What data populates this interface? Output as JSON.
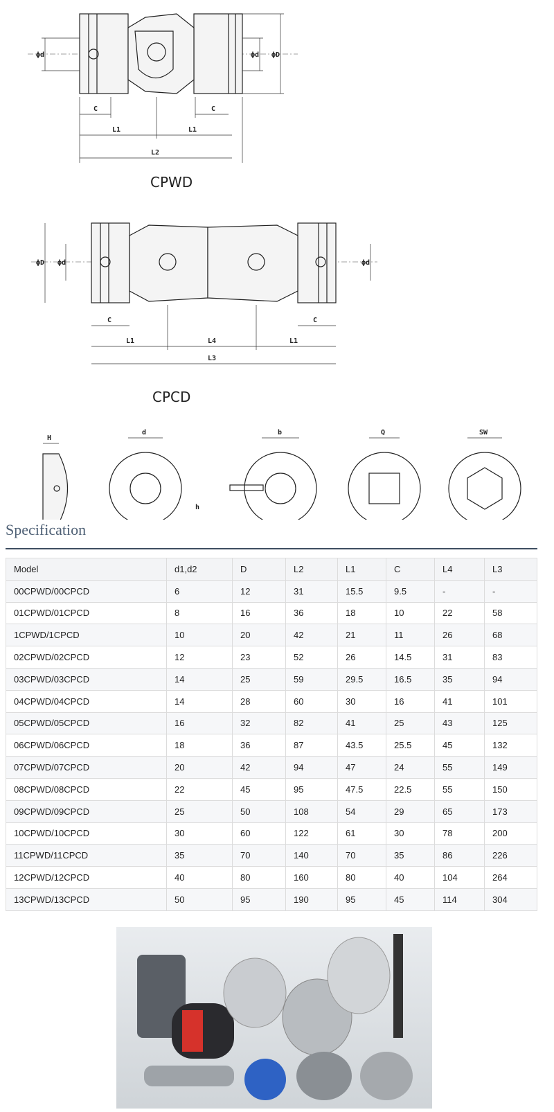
{
  "drawings": {
    "cpwd": {
      "title": "CPWD",
      "labels": {
        "d": "ϕd",
        "D": "ϕD",
        "c": "C",
        "l1": "L1",
        "l2": "L2"
      }
    },
    "cpcd": {
      "title": "CPCD",
      "labels": {
        "d": "ϕd",
        "D": "ϕD",
        "c": "C",
        "l1": "L1",
        "l4": "L4",
        "l3": "L3"
      }
    },
    "bores": {
      "labels": {
        "h_top": "H",
        "d": "d",
        "h": "h",
        "b": "b",
        "q": "Q",
        "sw": "SW"
      }
    }
  },
  "spec": {
    "heading": "Specification",
    "columns": [
      "Model",
      "d1,d2",
      "D",
      "L2",
      "L1",
      "C",
      "L4",
      "L3"
    ],
    "rows": [
      [
        "00CPWD/00CPCD",
        "6",
        "12",
        "31",
        "15.5",
        "9.5",
        "-",
        "-"
      ],
      [
        "01CPWD/01CPCD",
        "8",
        "16",
        "36",
        "18",
        "10",
        "22",
        "58"
      ],
      [
        "1CPWD/1CPCD",
        "10",
        "20",
        "42",
        "21",
        "11",
        "26",
        "68"
      ],
      [
        "02CPWD/02CPCD",
        "12",
        "23",
        "52",
        "26",
        "14.5",
        "31",
        "83"
      ],
      [
        "03CPWD/03CPCD",
        "14",
        "25",
        "59",
        "29.5",
        "16.5",
        "35",
        "94"
      ],
      [
        "04CPWD/04CPCD",
        "14",
        "28",
        "60",
        "30",
        "16",
        "41",
        "101"
      ],
      [
        "05CPWD/05CPCD",
        "16",
        "32",
        "82",
        "41",
        "25",
        "43",
        "125"
      ],
      [
        "06CPWD/06CPCD",
        "18",
        "36",
        "87",
        "43.5",
        "25.5",
        "45",
        "132"
      ],
      [
        "07CPWD/07CPCD",
        "20",
        "42",
        "94",
        "47",
        "24",
        "55",
        "149"
      ],
      [
        "08CPWD/08CPCD",
        "22",
        "45",
        "95",
        "47.5",
        "22.5",
        "55",
        "150"
      ],
      [
        "09CPWD/09CPCD",
        "25",
        "50",
        "108",
        "54",
        "29",
        "65",
        "173"
      ],
      [
        "10CPWD/10CPCD",
        "30",
        "60",
        "122",
        "61",
        "30",
        "78",
        "200"
      ],
      [
        "11CPWD/11CPCD",
        "35",
        "70",
        "140",
        "70",
        "35",
        "86",
        "226"
      ],
      [
        "12CPWD/12CPCD",
        "40",
        "80",
        "160",
        "80",
        "40",
        "104",
        "264"
      ],
      [
        "13CPWD/13CPCD",
        "50",
        "95",
        "190",
        "95",
        "45",
        "114",
        "304"
      ]
    ]
  }
}
